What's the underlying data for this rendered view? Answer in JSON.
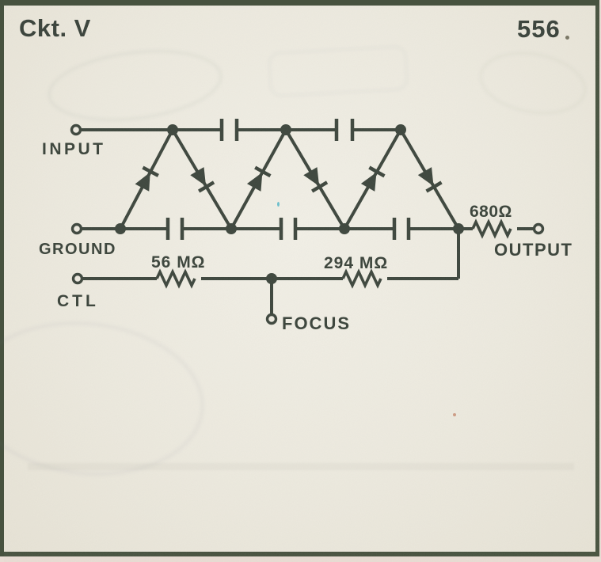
{
  "page": {
    "title": "Ckt. V",
    "number": "556"
  },
  "schematic": {
    "type": "voltage-multiplier-focus-rectifier",
    "terminals": {
      "input": "INPUT",
      "ground": "GROUND",
      "ctl": "CTL",
      "focus": "FOCUS",
      "output": "OUTPUT"
    },
    "resistors": {
      "ctl_series": "56 MΩ",
      "focus_series": "294 MΩ",
      "output_series": "680Ω"
    },
    "diode_count": 6,
    "capacitor_count": 5,
    "colors": {
      "ink": "#3d463d",
      "paper": "#edeae0",
      "border": "#47523f"
    }
  }
}
